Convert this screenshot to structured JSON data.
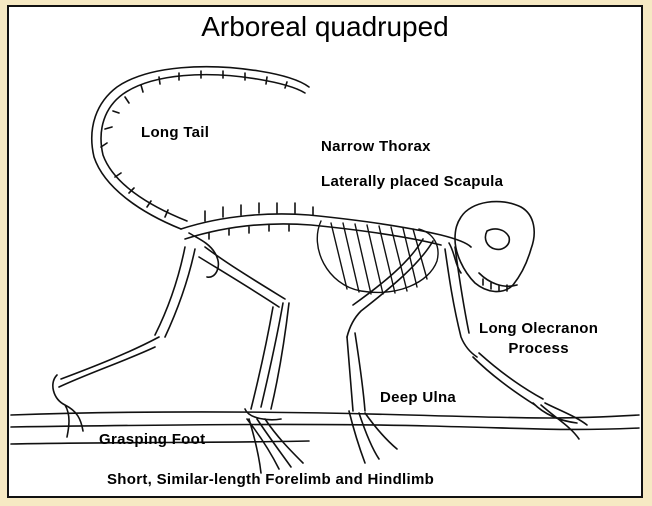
{
  "title": "Arboreal quadruped",
  "labels": {
    "tail": "Long Tail",
    "thorax": "Narrow Thorax",
    "scapula": "Laterally placed Scapula",
    "olecranon_line1": "Long Olecranon",
    "olecranon_line2": "Process",
    "ulna": "Deep Ulna",
    "foot": "Grasping Foot",
    "bottom": "Short, Similar-length Forelimb and Hindlimb"
  },
  "colors": {
    "outer_background": "#f6e9c3",
    "panel_background": "#ffffff",
    "ink": "#111111"
  }
}
